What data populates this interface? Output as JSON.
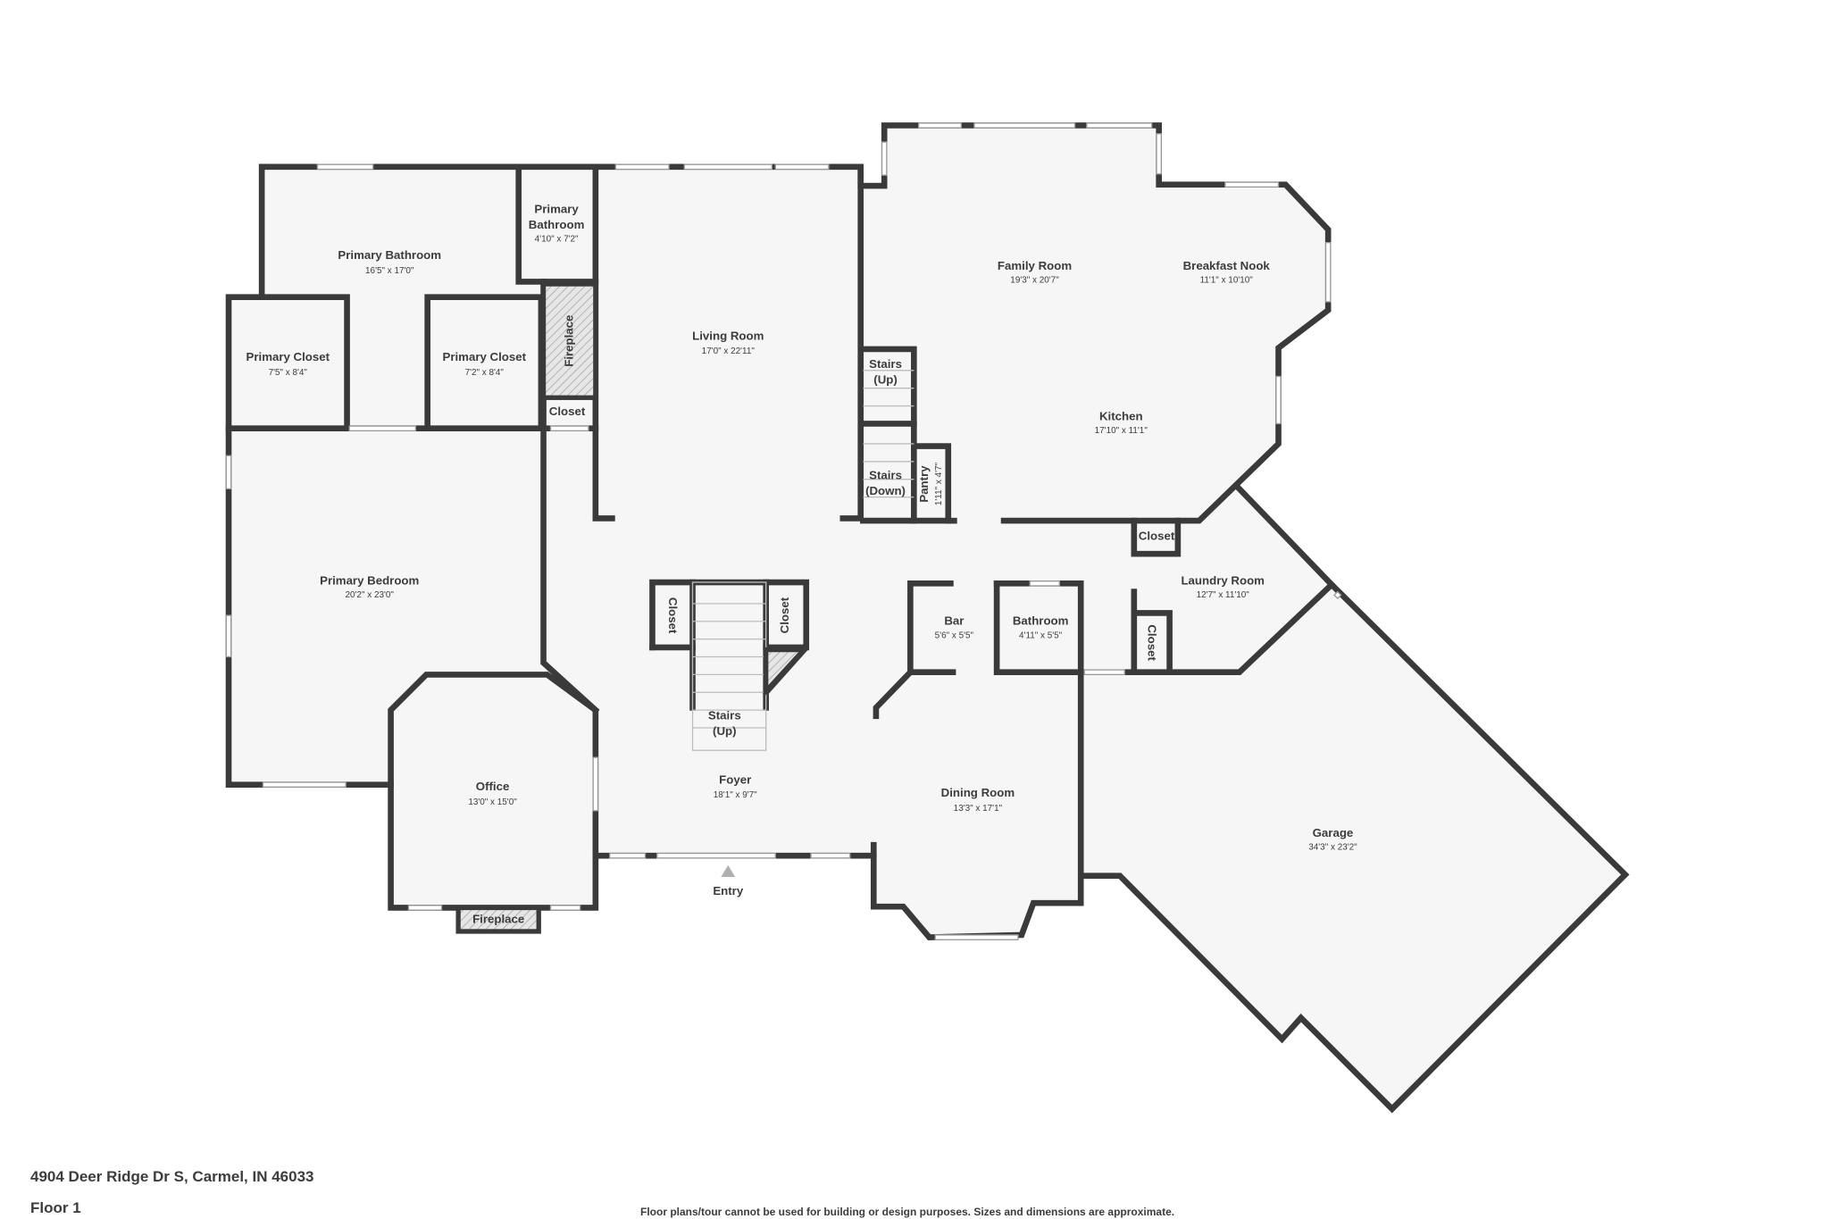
{
  "plan": {
    "address": "4904 Deer Ridge Dr S, Carmel, IN 46033",
    "floor": "Floor 1",
    "disclaimer": "Floor plans/tour cannot be used for building or design purposes. Sizes and dimensions are approximate.",
    "entry_label": "Entry",
    "entry_icon": "triangle-up-icon",
    "colors": {
      "wall": "#3a3a3a",
      "floor": "#f6f6f6",
      "entry_marker": "#b0b0b0"
    },
    "rooms": {
      "primary_bathroom": {
        "name": "Primary Bathroom",
        "dims": "16'5\" x 17'0\""
      },
      "primary_bathroom_small": {
        "name1": "Primary",
        "name2": "Bathroom",
        "dims": "4'10\" x 7'2\""
      },
      "primary_closet_1": {
        "name": "Primary Closet",
        "dims": "7'5\" x 8'4\""
      },
      "primary_closet_2": {
        "name": "Primary Closet",
        "dims": "7'2\" x 8'4\""
      },
      "fireplace_1": {
        "name": "Fireplace"
      },
      "closet_1": {
        "name": "Closet"
      },
      "living_room": {
        "name": "Living Room",
        "dims": "17'0\" x 22'11\""
      },
      "primary_bedroom": {
        "name": "Primary Bedroom",
        "dims": "20'2\" x 23'0\""
      },
      "family_room": {
        "name": "Family Room",
        "dims": "19'3\" x 20'7\""
      },
      "breakfast_nook": {
        "name": "Breakfast Nook",
        "dims": "11'1\" x 10'10\""
      },
      "kitchen": {
        "name": "Kitchen",
        "dims": "17'10\" x 11'1\""
      },
      "stairs_up_1": {
        "name1": "Stairs",
        "name2": "(Up)"
      },
      "stairs_down": {
        "name1": "Stairs",
        "name2": "(Down)"
      },
      "pantry": {
        "name": "Pantry",
        "dims": "1'11\" x 4'7\""
      },
      "closet_2": {
        "name": "Closet"
      },
      "laundry_room": {
        "name": "Laundry Room",
        "dims": "12'7\" x 11'10\""
      },
      "closet_3": {
        "name": "Closet"
      },
      "closet_4": {
        "name": "Closet"
      },
      "closet_5": {
        "name": "Closet"
      },
      "stairs_up_2": {
        "name1": "Stairs",
        "name2": "(Up)"
      },
      "bar": {
        "name": "Bar",
        "dims": "5'6\" x 5'5\""
      },
      "bathroom": {
        "name": "Bathroom",
        "dims": "4'11\" x 5'5\""
      },
      "office": {
        "name": "Office",
        "dims": "13'0\" x 15'0\""
      },
      "fireplace_2": {
        "name": "Fireplace"
      },
      "foyer": {
        "name": "Foyer",
        "dims": "18'1\" x 9'7\""
      },
      "dining_room": {
        "name": "Dining Room",
        "dims": "13'3\" x 17'1\""
      },
      "garage": {
        "name": "Garage",
        "dims": "34'3\" x 23'2\""
      }
    }
  }
}
